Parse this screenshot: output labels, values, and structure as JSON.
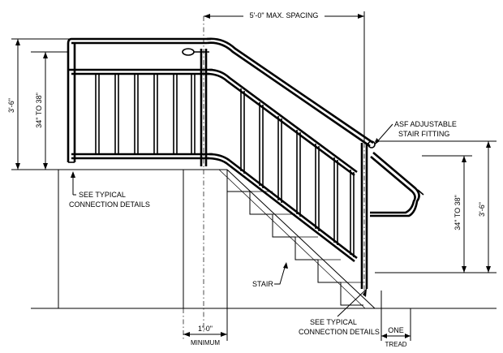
{
  "labels": {
    "max_spacing": "5'-0\" MAX. SPACING",
    "left_height": "3'-6\"",
    "left_range": "34\" TO 38\"",
    "right_range": "34\" TO 38\"",
    "right_height": "3'-6\"",
    "fitting_line1": "ASF ADJUSTABLE",
    "fitting_line2": "STAIR FITTING",
    "connection_left_line1": "SEE TYPICAL",
    "connection_left_line2": "CONNECTION DETAILS",
    "connection_bottom_line1": "SEE TYPICAL",
    "connection_bottom_line2": "CONNECTION DETAILS",
    "stair": "STAIR",
    "minimum_dim": "1'-0\"",
    "minimum_word": "MINIMUM",
    "one_word": "ONE",
    "tread_word": "TREAD"
  }
}
